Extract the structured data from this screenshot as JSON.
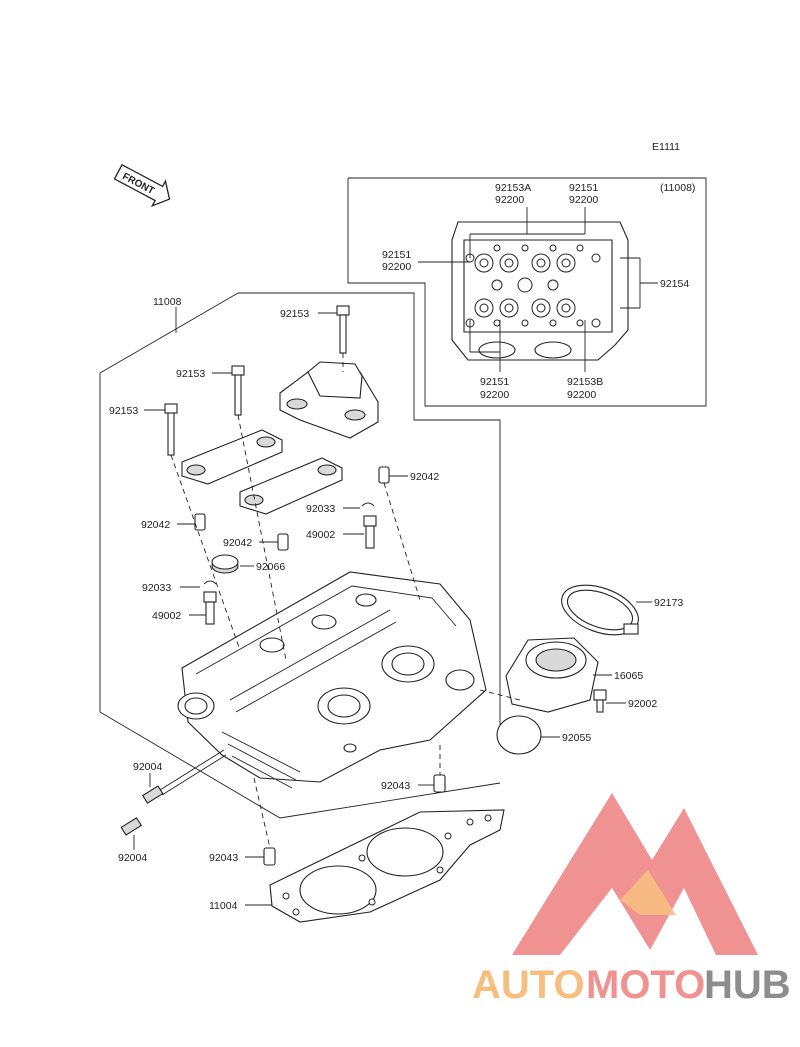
{
  "diagram": {
    "ref_code": "E1111",
    "front_label": "FRONT",
    "inset_label": "(11008)",
    "labels": {
      "p11008": "11008",
      "p92153_a": "92153",
      "p92153_b": "92153",
      "p92153_c": "92153",
      "p92042_a": "92042",
      "p92042_b": "92042",
      "p92042_c": "92042",
      "p92033_a": "92033",
      "p92033_b": "92033",
      "p49002_a": "49002",
      "p49002_b": "49002",
      "p92066": "92066",
      "p92173": "92173",
      "p16065": "16065",
      "p92002": "92002",
      "p92055": "92055",
      "p92004_a": "92004",
      "p92004_b": "92004",
      "p92043_a": "92043",
      "p92043_b": "92043",
      "p11004": "11004",
      "i92153A": "92153A",
      "i92200_a": "92200",
      "i92151_a": "92151",
      "i92200_b": "92200",
      "i92151_b": "92151",
      "i92200_c": "92200",
      "i92154": "92154",
      "i92151_c": "92151",
      "i92200_d": "92200",
      "i92153B": "92153B",
      "i92200_e": "92200"
    }
  },
  "watermark": {
    "part1": "AUTO",
    "part2": "MOTO",
    "part3": "HUB",
    "color_orange": "#f6b36a",
    "color_red": "#ef8080",
    "color_gray": "#7a7a7a"
  }
}
